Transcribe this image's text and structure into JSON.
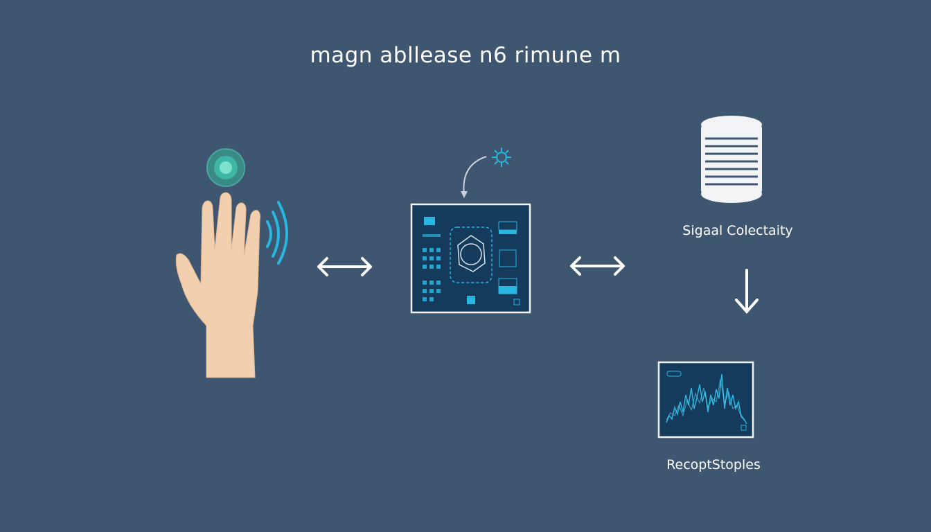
{
  "title": "magn abllease n6 rimune m",
  "labels": {
    "signal": "Sigaal Colectaity",
    "recept": "RecoptStoples"
  },
  "colors": {
    "background": "#3f5670",
    "accent": "#29b6e0",
    "panel": "#143a5c",
    "skin": "#f2cfae"
  }
}
